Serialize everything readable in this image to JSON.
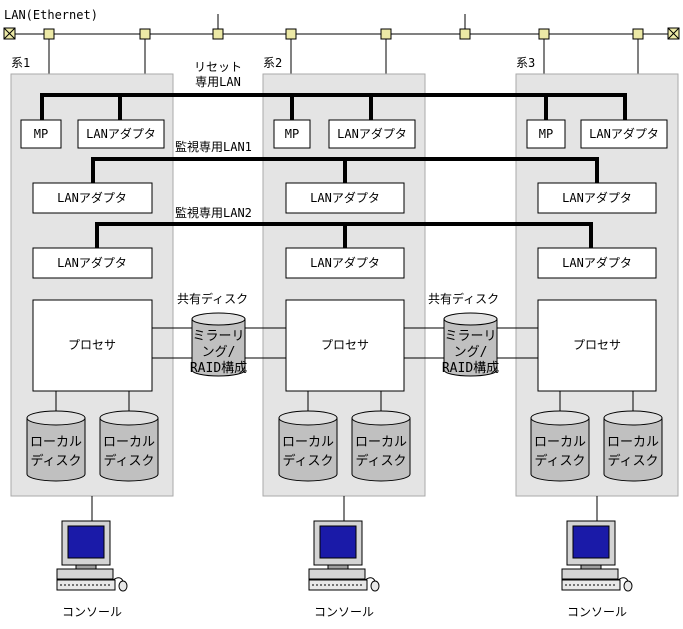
{
  "lan_label": "LAN(Ethernet)",
  "reset_lan_label_line1": "リセット",
  "reset_lan_label_line2": "専用LAN",
  "monitor_lan1_label": "監視専用LAN1",
  "monitor_lan2_label": "監視専用LAN2",
  "systems": [
    {
      "label": "系1",
      "mp": "MP",
      "lan_adapter_reset": "LANアダプタ",
      "lan_adapter_mon1": "LANアダプタ",
      "lan_adapter_mon2": "LANアダプタ",
      "processor": "プロセサ",
      "disk1_line1": "ローカル",
      "disk1_line2": "ディスク",
      "disk2_line1": "ローカル",
      "disk2_line2": "ディスク",
      "console": "コンソール"
    },
    {
      "label": "系2",
      "mp": "MP",
      "lan_adapter_reset": "LANアダプタ",
      "lan_adapter_mon1": "LANアダプタ",
      "lan_adapter_mon2": "LANアダプタ",
      "processor": "プロセサ",
      "disk1_line1": "ローカル",
      "disk1_line2": "ディスク",
      "disk2_line1": "ローカル",
      "disk2_line2": "ディスク",
      "console": "コンソール"
    },
    {
      "label": "系3",
      "mp": "MP",
      "lan_adapter_reset": "LANアダプタ",
      "lan_adapter_mon1": "LANアダプタ",
      "lan_adapter_mon2": "LANアダプタ",
      "processor": "プロセサ",
      "disk1_line1": "ローカル",
      "disk1_line2": "ディスク",
      "disk2_line1": "ローカル",
      "disk2_line2": "ディスク",
      "console": "コンソール"
    }
  ],
  "shared_disks": [
    {
      "title": "共有ディスク",
      "line1": "ミラーリ",
      "line2": "ング/",
      "line3": "RAID構成"
    },
    {
      "title": "共有ディスク",
      "line1": "ミラーリ",
      "line2": "ング/",
      "line3": "RAID構成"
    }
  ]
}
